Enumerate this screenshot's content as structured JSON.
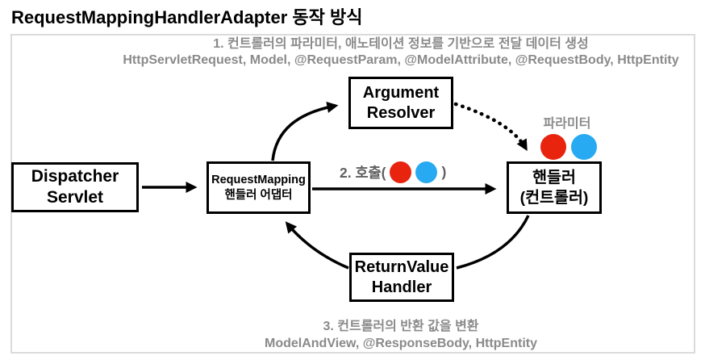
{
  "title": "RequestMappingHandlerAdapter 동작 방식",
  "annotations": {
    "step1": {
      "line1": "1. 컨트롤러의 파라미터, 애노테이션 정보를 기반으로 전달 데이터 생성",
      "line2": "HttpServletRequest, Model, @RequestParam, @ModelAttribute, @RequestBody, HttpEntity"
    },
    "step2": {
      "prefix": "2. 호출(",
      "suffix": ")"
    },
    "step3": {
      "line1": "3. 컨트롤러의 반환 값을 변환",
      "line2": "ModelAndView, @ResponseBody, HttpEntity"
    },
    "param_label": "파라미터"
  },
  "nodes": {
    "dispatcher_servlet": {
      "line1": "Dispatcher",
      "line2": "Servlet"
    },
    "request_mapping_adapter": {
      "line1": "RequestMapping",
      "line2": "핸들러 어댑터"
    },
    "argument_resolver": {
      "line1": "Argument",
      "line2": "Resolver"
    },
    "handler": {
      "line1": "핸들러",
      "line2": "(컨트롤러)"
    },
    "return_value_handler": {
      "line1": "ReturnValue",
      "line2": "Handler"
    }
  },
  "colors": {
    "param_red": "#e8230e",
    "param_blue": "#27aaf2",
    "annotation_gray": "#8a8a8a",
    "call_text_gray": "#606060",
    "box_border": "#000000",
    "frame_border": "#dbdbdb"
  }
}
